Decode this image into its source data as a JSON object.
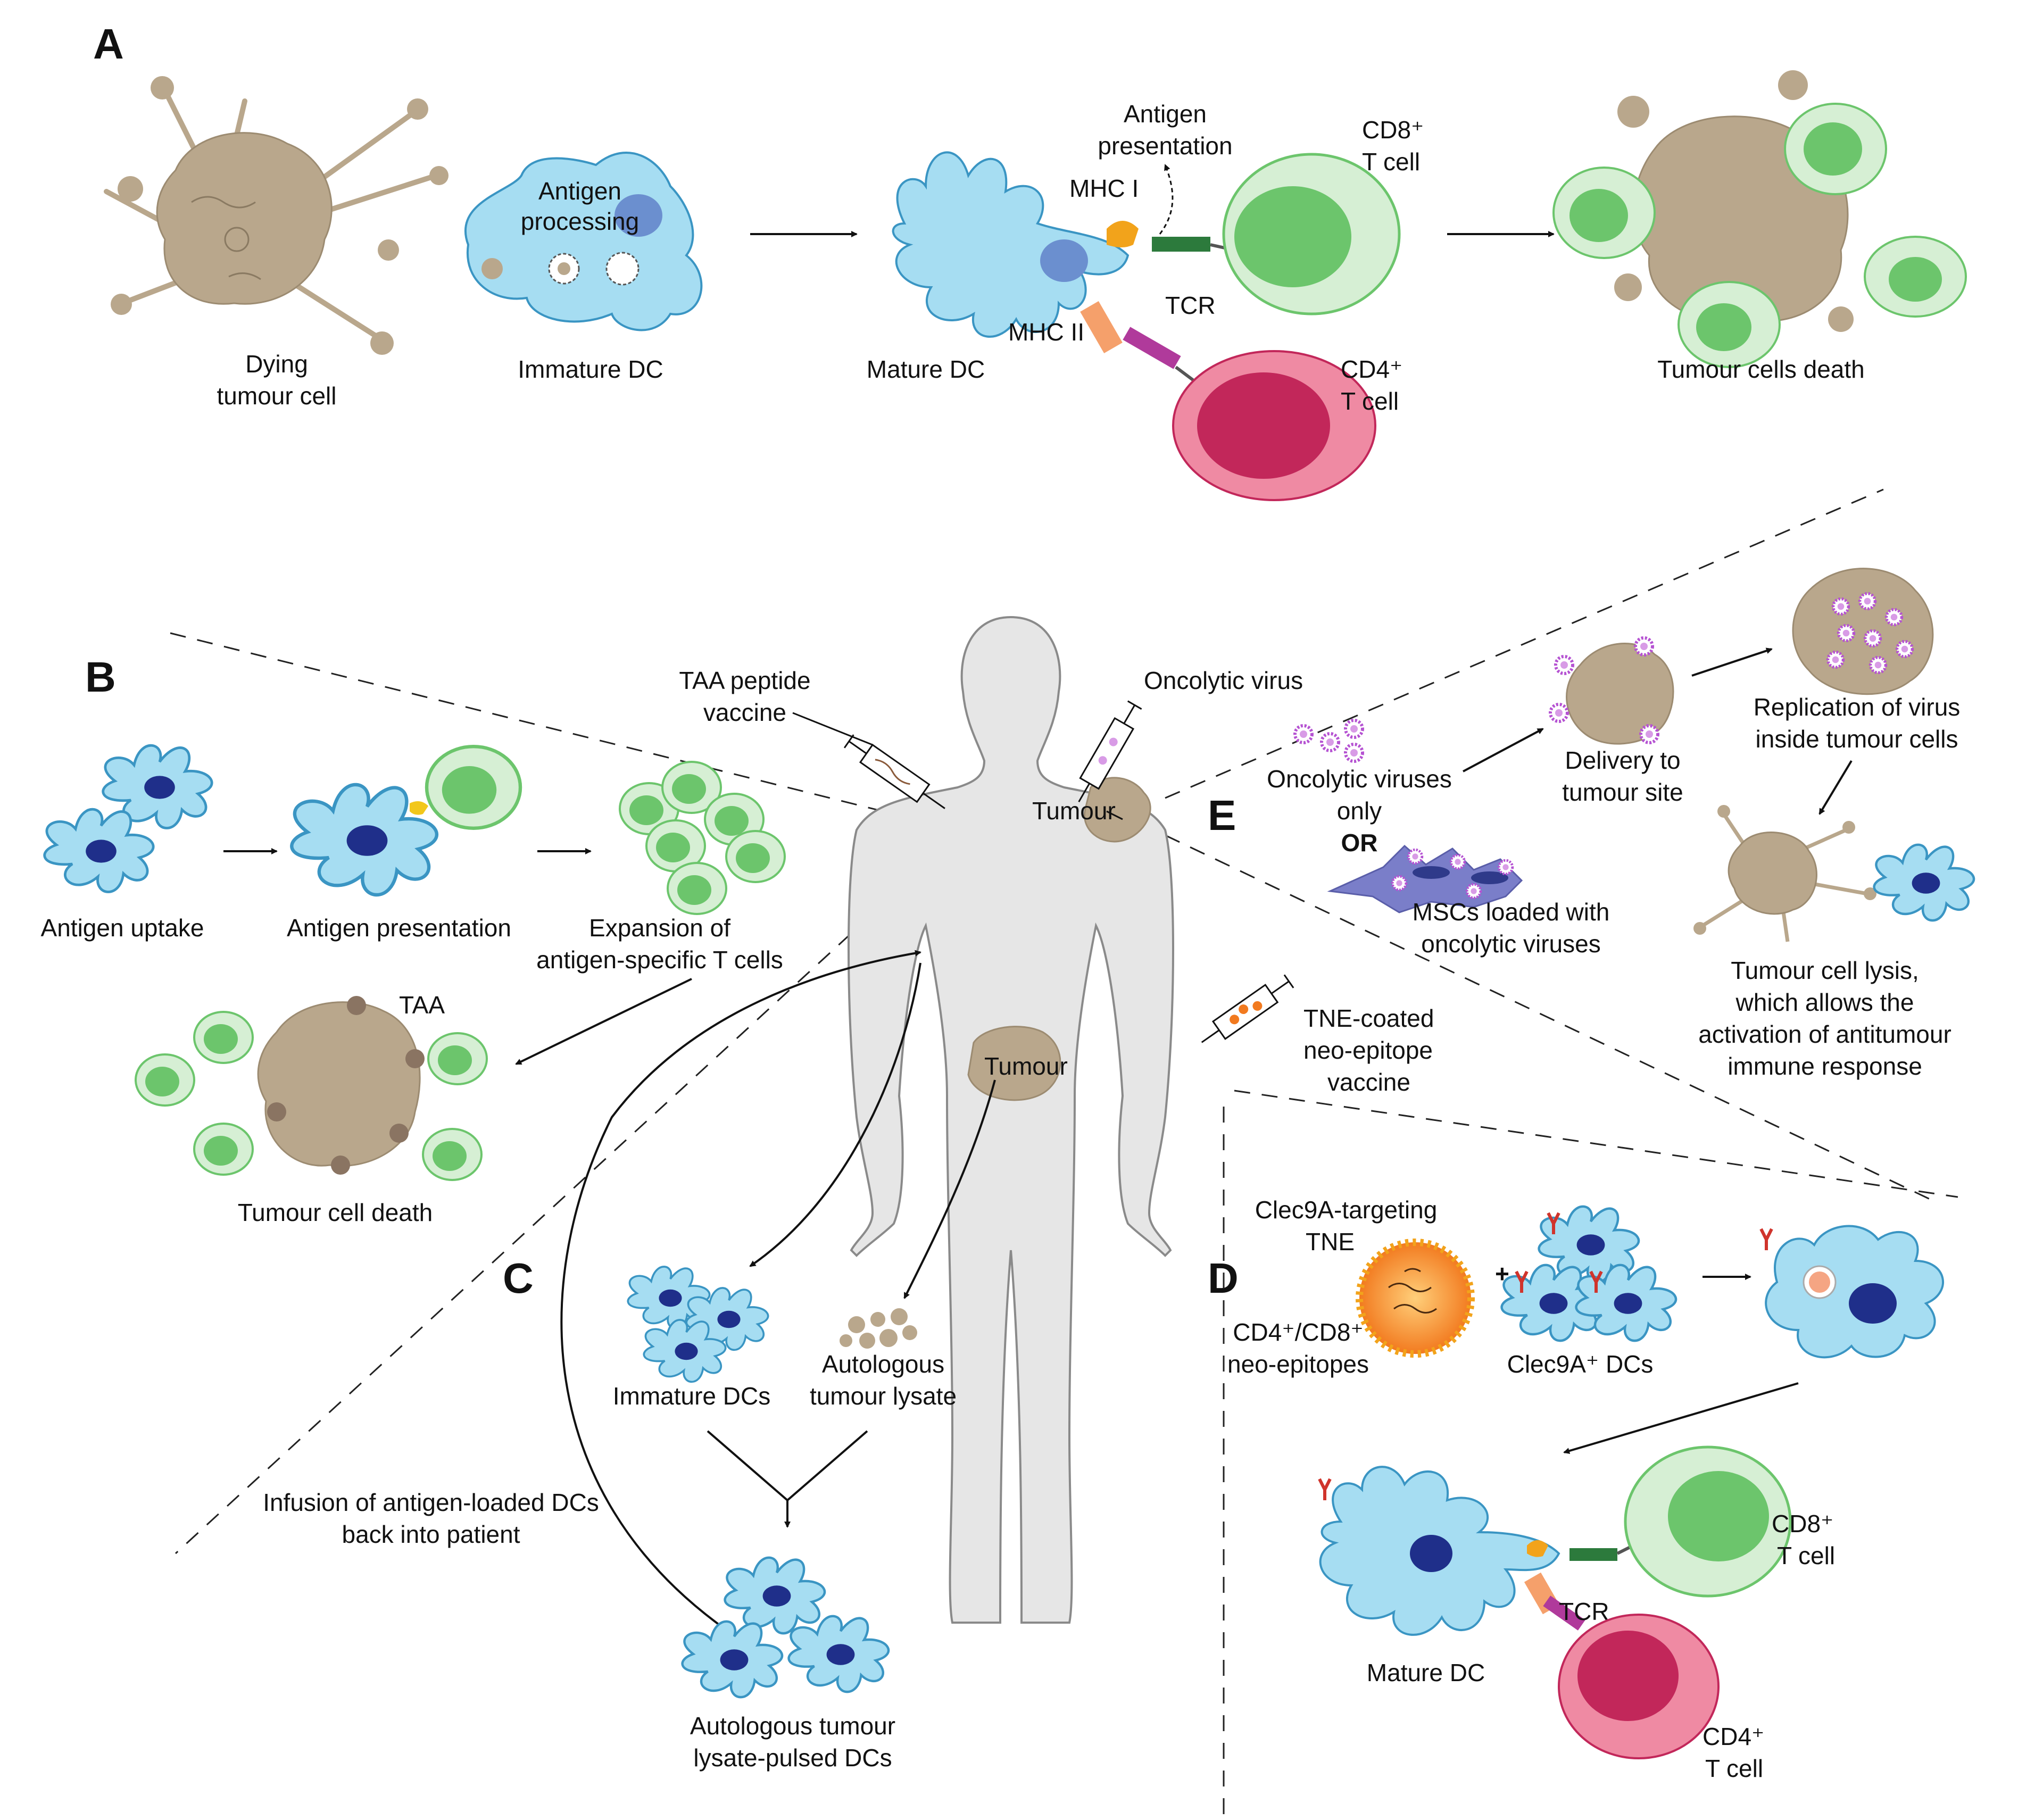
{
  "panels": {
    "a": "A",
    "b": "B",
    "c": "C",
    "d": "D",
    "e": "E"
  },
  "panel_a": {
    "dying_cell": [
      "Dying",
      "tumour cell"
    ],
    "immature_dc": "Immature DC",
    "antigen_processing": [
      "Antigen",
      "processing"
    ],
    "mature_dc": "Mature DC",
    "antigen_presentation": [
      "Antigen",
      "presentation"
    ],
    "mhc1": "MHC I",
    "mhc2": "MHC II",
    "tcr": "TCR",
    "cd8": [
      "CD8⁺",
      "T cell"
    ],
    "cd4": [
      "CD4⁺",
      "T cell"
    ],
    "death": "Tumour cells death"
  },
  "panel_b": {
    "uptake": "Antigen uptake",
    "presentation": "Antigen presentation",
    "expansion": [
      "Expansion of",
      "antigen-specific T cells"
    ],
    "taa": "TAA",
    "death": "Tumour cell death",
    "vaccine": [
      "TAA peptide",
      "vaccine"
    ]
  },
  "body": {
    "tumour_shoulder": "Tumour",
    "tumour_abdomen": "Tumour",
    "oncolytic_virus": "Oncolytic virus",
    "tne_vaccine": [
      "TNE-coated",
      "neo-epitope",
      "vaccine"
    ]
  },
  "panel_c": {
    "immature": "Immature DCs",
    "lysate": [
      "Autologous",
      "tumour lysate"
    ],
    "pulsed": [
      "Autologous tumour",
      "lysate-pulsed DCs"
    ],
    "infusion": [
      "Infusion of antigen-loaded DCs",
      "back into patient"
    ]
  },
  "panel_d": {
    "clec9a_tne": [
      "Clec9A-targeting",
      "TNE"
    ],
    "epitopes": [
      "CD4⁺/CD8⁺",
      "neo-epitopes"
    ],
    "plus": "+",
    "clec9a_dcs": "Clec9A⁺ DCs",
    "mature": "Mature DC",
    "tcr": "TCR",
    "cd8": [
      "CD8⁺",
      "T cell"
    ],
    "cd4": [
      "CD4⁺",
      "T cell"
    ]
  },
  "panel_e": {
    "viruses_only": [
      "Oncolytic viruses",
      "only"
    ],
    "or": "OR",
    "mscs": [
      "MSCs loaded with",
      "oncolytic viruses"
    ],
    "delivery": [
      "Delivery to",
      "tumour site"
    ],
    "replication": [
      "Replication of virus",
      "inside tumour cells"
    ],
    "lysis": [
      "Tumour cell lysis,",
      "which allows the",
      "activation of antitumour",
      "immune response"
    ]
  },
  "colors": {
    "dc": "#a6ddf2",
    "dc_stroke": "#3a95c3",
    "nucleus": "#1f2f8a",
    "tumour": "#b9a78c",
    "tcell_outer": "#d6efd4",
    "tcell_inner": "#6cc56c",
    "cd4_outer": "#ef8aa3",
    "cd4_inner": "#c2275a",
    "body": "#e6e6e6",
    "virus": "#b552d2"
  }
}
